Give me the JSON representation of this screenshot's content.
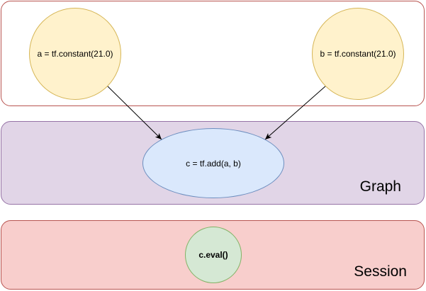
{
  "nodes": {
    "a": "a = tf.constant(21.0)",
    "b": "b = tf.constant(21.0)",
    "c": "c = tf.add(a, b)",
    "eval": "c.eval()"
  },
  "panels": {
    "graph_label": "Graph",
    "session_label": "Session"
  },
  "edges": [
    {
      "from": "a",
      "to": "c"
    },
    {
      "from": "b",
      "to": "c"
    }
  ],
  "colors": {
    "constant_fill": "#fff2cc",
    "constant_stroke": "#d6b656",
    "op_fill": "#dae8fc",
    "op_stroke": "#6c8ebf",
    "eval_fill": "#d5e8d4",
    "eval_stroke": "#82b366",
    "graph_fill": "#e1d5e7",
    "graph_stroke": "#9673a6",
    "session_fill": "#f8cecc",
    "session_stroke": "#b85450"
  }
}
